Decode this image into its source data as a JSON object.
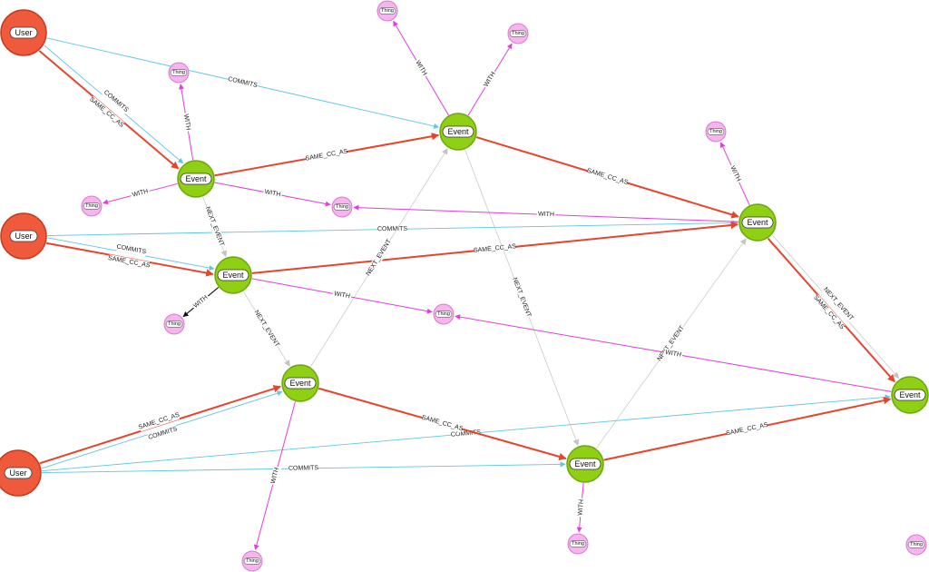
{
  "colors": {
    "user": "#f05a3c",
    "user_stroke": "#c9381b",
    "event": "#8fd014",
    "event_stroke": "#6aa80c",
    "thing": "#f7b4ee",
    "thing_stroke": "#d77ad0",
    "commits": "#5ec6e4",
    "same_cc_as": "#e8442c",
    "with": "#e33ce0",
    "with_dark": "#111111",
    "next_event": "#c4c4c4"
  },
  "nodes": [
    {
      "id": "u1",
      "type": "user",
      "label": "User"
    },
    {
      "id": "u2",
      "type": "user",
      "label": "User"
    },
    {
      "id": "u3",
      "type": "user",
      "label": "User"
    },
    {
      "id": "e1",
      "type": "event",
      "label": "Event"
    },
    {
      "id": "e2",
      "type": "event",
      "label": "Event"
    },
    {
      "id": "e3",
      "type": "event",
      "label": "Event"
    },
    {
      "id": "e4",
      "type": "event",
      "label": "Event"
    },
    {
      "id": "e5",
      "type": "event",
      "label": "Event"
    },
    {
      "id": "e6",
      "type": "event",
      "label": "Event"
    },
    {
      "id": "e7",
      "type": "event",
      "label": "Event"
    },
    {
      "id": "t1",
      "type": "thing",
      "label": "Thing"
    },
    {
      "id": "t2",
      "type": "thing",
      "label": "Thing"
    },
    {
      "id": "t3",
      "type": "thing",
      "label": "Thing"
    },
    {
      "id": "t4",
      "type": "thing",
      "label": "Thing"
    },
    {
      "id": "t5",
      "type": "thing",
      "label": "Thing"
    },
    {
      "id": "t6",
      "type": "thing",
      "label": "Thing"
    },
    {
      "id": "t7",
      "type": "thing",
      "label": "Thing"
    },
    {
      "id": "t8",
      "type": "thing",
      "label": "Thing"
    },
    {
      "id": "t9",
      "type": "thing",
      "label": "Thing"
    },
    {
      "id": "t10",
      "type": "thing",
      "label": "Thing"
    },
    {
      "id": "t11",
      "type": "thing",
      "label": "Thing"
    }
  ],
  "edges": [
    {
      "source": "u1",
      "target": "e1",
      "type": "commits",
      "label": "COMMITS"
    },
    {
      "source": "u1",
      "target": "e1",
      "type": "same_cc_as",
      "label": "SAME_CC_AS"
    },
    {
      "source": "u1",
      "target": "e3",
      "type": "commits",
      "label": "COMMITS"
    },
    {
      "source": "u2",
      "target": "e2",
      "type": "commits",
      "label": "COMMITS"
    },
    {
      "source": "u2",
      "target": "e2",
      "type": "same_cc_as",
      "label": "SAME_CC_AS"
    },
    {
      "source": "u2",
      "target": "e4",
      "type": "commits",
      "label": "COMMITS"
    },
    {
      "source": "u3",
      "target": "e5",
      "type": "same_cc_as",
      "label": "SAME_CC_AS"
    },
    {
      "source": "u3",
      "target": "e5",
      "type": "commits",
      "label": "COMMITS"
    },
    {
      "source": "u3",
      "target": "e6",
      "type": "commits",
      "label": "COMMITS"
    },
    {
      "source": "u3",
      "target": "e7",
      "type": "commits",
      "label": "COMMITS"
    },
    {
      "source": "e1",
      "target": "e3",
      "type": "same_cc_as",
      "label": "SAME_CC_AS"
    },
    {
      "source": "e3",
      "target": "e4",
      "type": "same_cc_as",
      "label": "SAME_CC_AS"
    },
    {
      "source": "e2",
      "target": "e4",
      "type": "same_cc_as",
      "label": "SAME_CC_AS"
    },
    {
      "source": "e4",
      "target": "e7",
      "type": "same_cc_as",
      "label": "SAME_CC_AS"
    },
    {
      "source": "e5",
      "target": "e6",
      "type": "same_cc_as",
      "label": "SAME_CC_AS"
    },
    {
      "source": "e6",
      "target": "e7",
      "type": "same_cc_as",
      "label": "SAME_CC_AS"
    },
    {
      "source": "e1",
      "target": "e2",
      "type": "next_event",
      "label": "NEXT_EVENT"
    },
    {
      "source": "e2",
      "target": "e5",
      "type": "next_event",
      "label": "NEXT_EVENT"
    },
    {
      "source": "e5",
      "target": "e3",
      "type": "next_event",
      "label": "NEXT_EVENT"
    },
    {
      "source": "e3",
      "target": "e6",
      "type": "next_event",
      "label": "NEXT_EVENT"
    },
    {
      "source": "e6",
      "target": "e4",
      "type": "next_event",
      "label": "NEXT_EVENT"
    },
    {
      "source": "e4",
      "target": "e7",
      "type": "next_event",
      "label": "NEXT_EVENT"
    },
    {
      "source": "e1",
      "target": "t1",
      "type": "with",
      "label": "WITH"
    },
    {
      "source": "e1",
      "target": "t4",
      "type": "with",
      "label": "WITH"
    },
    {
      "source": "e1",
      "target": "t5",
      "type": "with",
      "label": "WITH"
    },
    {
      "source": "e3",
      "target": "t2",
      "type": "with",
      "label": "WITH"
    },
    {
      "source": "e3",
      "target": "t3",
      "type": "with",
      "label": "WITH"
    },
    {
      "source": "e4",
      "target": "t6",
      "type": "with",
      "label": "WITH"
    },
    {
      "source": "e4",
      "target": "t5",
      "type": "with",
      "label": "WITH"
    },
    {
      "source": "e2",
      "target": "t7",
      "type": "with_dark",
      "label": "WITH"
    },
    {
      "source": "e2",
      "target": "t8",
      "type": "with",
      "label": "WITH"
    },
    {
      "source": "e7",
      "target": "t8",
      "type": "with",
      "label": "WITH"
    },
    {
      "source": "e5",
      "target": "t9",
      "type": "with",
      "label": "WITH"
    },
    {
      "source": "e6",
      "target": "t10",
      "type": "with",
      "label": "WITH"
    }
  ]
}
